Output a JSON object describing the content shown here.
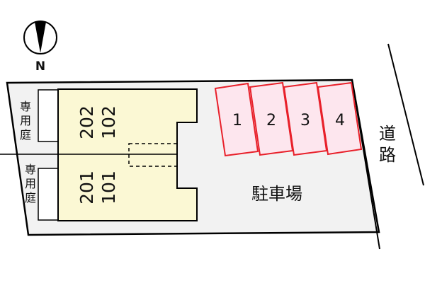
{
  "compass": {
    "label": "N",
    "icon": "north-arrow-icon"
  },
  "units": [
    {
      "top_unit": "202",
      "bottom_unit": "102"
    },
    {
      "top_unit": "201",
      "bottom_unit": "101"
    }
  ],
  "private_garden_label": [
    "専",
    "用",
    "庭"
  ],
  "parking": {
    "label": "駐車場",
    "spaces": [
      "1",
      "2",
      "3",
      "4"
    ]
  },
  "road_label": [
    "道",
    "路"
  ],
  "colors": {
    "site_fill": "#f2f2f2",
    "building_fill": "#fbf8d4",
    "parking_space_fill": "#fde6ee",
    "parking_space_stroke": "#e8202a",
    "line": "#000000"
  }
}
